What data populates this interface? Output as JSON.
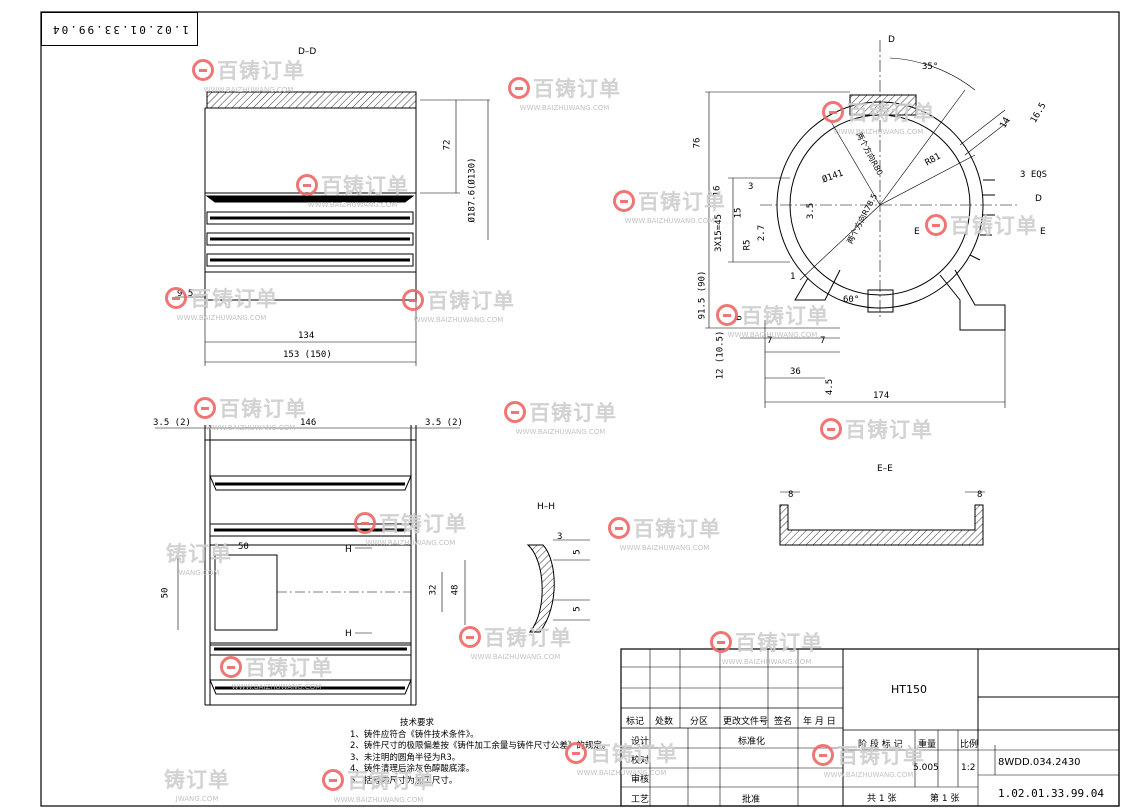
{
  "drawing_code": "1.02.01.33.99.04",
  "watermark": {
    "brand": "百铸订单",
    "url": "WWW.BAIZHUWANG.COM",
    "partial_brand": "铸订单",
    "partial_url": "JWANG.COM",
    "partial_url2": "WANG.COM"
  },
  "sections": {
    "dd": "D–D",
    "ee": "E–E",
    "hh": "H–H",
    "d": "D",
    "e": "E",
    "h": "H"
  },
  "dimensions": {
    "d72": "72",
    "d187": "Ø187.6(Ø130)",
    "d9_5": "9.5",
    "d134": "134",
    "d153": "153 (150)",
    "d3_5l": "3.5 (2)",
    "d146": "146",
    "d3_5r": "3.5 (2)",
    "d50t": "50",
    "d50l": "50",
    "d32": "32",
    "d48": "48",
    "d76": "76",
    "d35deg": "35°",
    "d16_5": "16.5",
    "d14": "14",
    "d3eqs": "3 EQS",
    "r81": "R81",
    "d141": "Ø141",
    "d16": "16",
    "d3": "3",
    "d15": "15",
    "d3x15": "3X15=45",
    "d2_7": "2.7",
    "d3_5": "3.5",
    "r5": "R5",
    "d91_5": "91.5 (90)",
    "d6": "6",
    "d60deg": "60°",
    "d1": "1",
    "d7a": "7",
    "d7b": "7",
    "d12": "12 (10.5)",
    "d36": "36",
    "d4_5": "4.5",
    "d174": "174",
    "d8a": "8",
    "d8b": "8",
    "d3hh": "3",
    "d5a": "5",
    "d5b": "5",
    "sym_a": "两个方向R78.5",
    "sym_b": "两个方向R80"
  },
  "notes": {
    "title": "技术要求",
    "items": [
      "1、铸件应符合《铸件技术条件》。",
      "2、铸件尺寸的极限偏差按《铸件加工余量与铸件尺寸公差》的规定。",
      "3、未注明的圆角半径为R3。",
      "4、铸件清理后涂灰色醇酸底漆。",
      "5、括号内尺寸为加工尺寸。"
    ]
  },
  "title_block": {
    "material": "HT150",
    "headers": [
      "标记",
      "处数",
      "分区",
      "更改文件号",
      "签名",
      "年 月 日"
    ],
    "design": "设计",
    "standardize": "标准化",
    "check": "校对",
    "review": "审核",
    "process": "工艺",
    "approve": "批准",
    "stage_mark": "阶 段 标 记",
    "weight": "重量",
    "scale": "比例",
    "weight_val": "5.005",
    "scale_val": "1:2",
    "total_sheets": "共 1 张",
    "sheet_no": "第 1 张",
    "part_code": "8WDD.034.2430",
    "drawing_code": "1.02.01.33.99.04"
  }
}
